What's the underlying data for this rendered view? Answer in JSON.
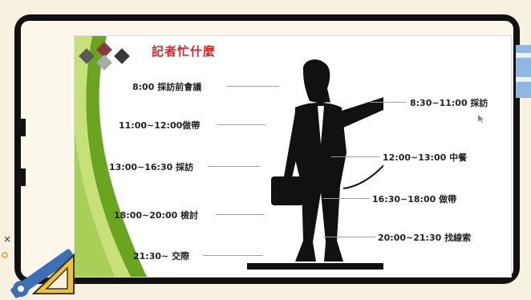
{
  "slide": {
    "title": "記者忙什麼",
    "schedule_left": [
      {
        "text": "8:00 採訪前會議"
      },
      {
        "text": "11:00~12:00做帶"
      },
      {
        "text": "13:00~16:30 採訪"
      },
      {
        "text": "18:00~20:00 檢討"
      },
      {
        "text": "21:30~ 交際"
      }
    ],
    "schedule_right": [
      {
        "text": "8:30~11:00 採訪"
      },
      {
        "text": "12:00~13:00 中餐"
      },
      {
        "text": "16:30~18:00 做帶"
      },
      {
        "text": "20:00~21:30 找線索"
      }
    ]
  },
  "colors": {
    "frame": "#111111",
    "background": "#f7f1df",
    "title": "#d8242a",
    "green_dark": "#6aa51f",
    "green_light": "#c7e07a"
  },
  "icons": {
    "tools": "wrench-ruler-icon",
    "cursor": "mouse-cursor-icon",
    "diamonds": "diamond-tiles-icon"
  }
}
